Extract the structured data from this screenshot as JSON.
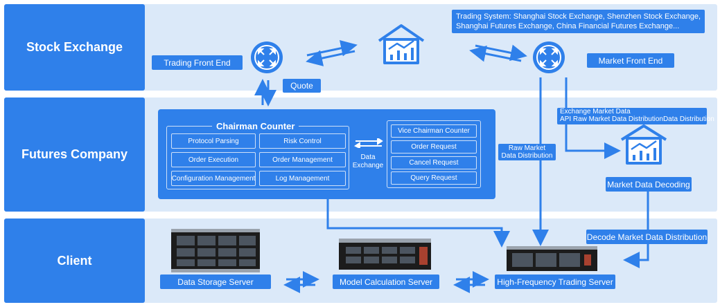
{
  "bands": {
    "stock_exchange": "Stock Exchange",
    "futures_company": "Futures Company",
    "client": "Client"
  },
  "stock": {
    "trading_front_end": "Trading Front End",
    "market_front_end": "Market Front End",
    "quote": "Quote",
    "trading_system_note_line1": "Trading System: Shanghai Stock Exchange, Shenzhen Stock Exchange,",
    "trading_system_note_line2": "Shanghai Futures Exchange, China Financial Futures Exchange..."
  },
  "futures": {
    "chairman_counter": "Chairman Counter",
    "chairman_items": [
      "Protocol Parsing",
      "Risk Control",
      "Order Execution",
      "Order Management",
      "Configuration Management",
      "Log Management"
    ],
    "data_exchange_line1": "Data",
    "data_exchange_line2": "Exchange",
    "vice_items": [
      "Vice Chairman Counter",
      "Order Request",
      "Cancel Request",
      "Query Request"
    ],
    "raw_market_line1": "Raw Market",
    "raw_market_line2": "Data Distribution",
    "exchange_market_line1": "Exchange Market Data",
    "exchange_market_line2": "API Raw Market Data DistributionData Distribution",
    "market_data_decoding": "Market Data Decoding"
  },
  "client": {
    "data_storage_server": "Data Storage Server",
    "model_calculation_server": "Model Calculation Server",
    "hft_server": "High-Frequency Trading Server",
    "decode_market_data_distribution": "Decode Market Data Distribution"
  },
  "colors": {
    "band_bg": "#dbe9f9",
    "accent": "#2f80ea",
    "arrow": "#2f80ea",
    "server_dark": "#1c1c1c"
  },
  "icons": [
    "router-icon",
    "exchange-building-icon",
    "double-arrow-icon",
    "server-rack-icon"
  ]
}
